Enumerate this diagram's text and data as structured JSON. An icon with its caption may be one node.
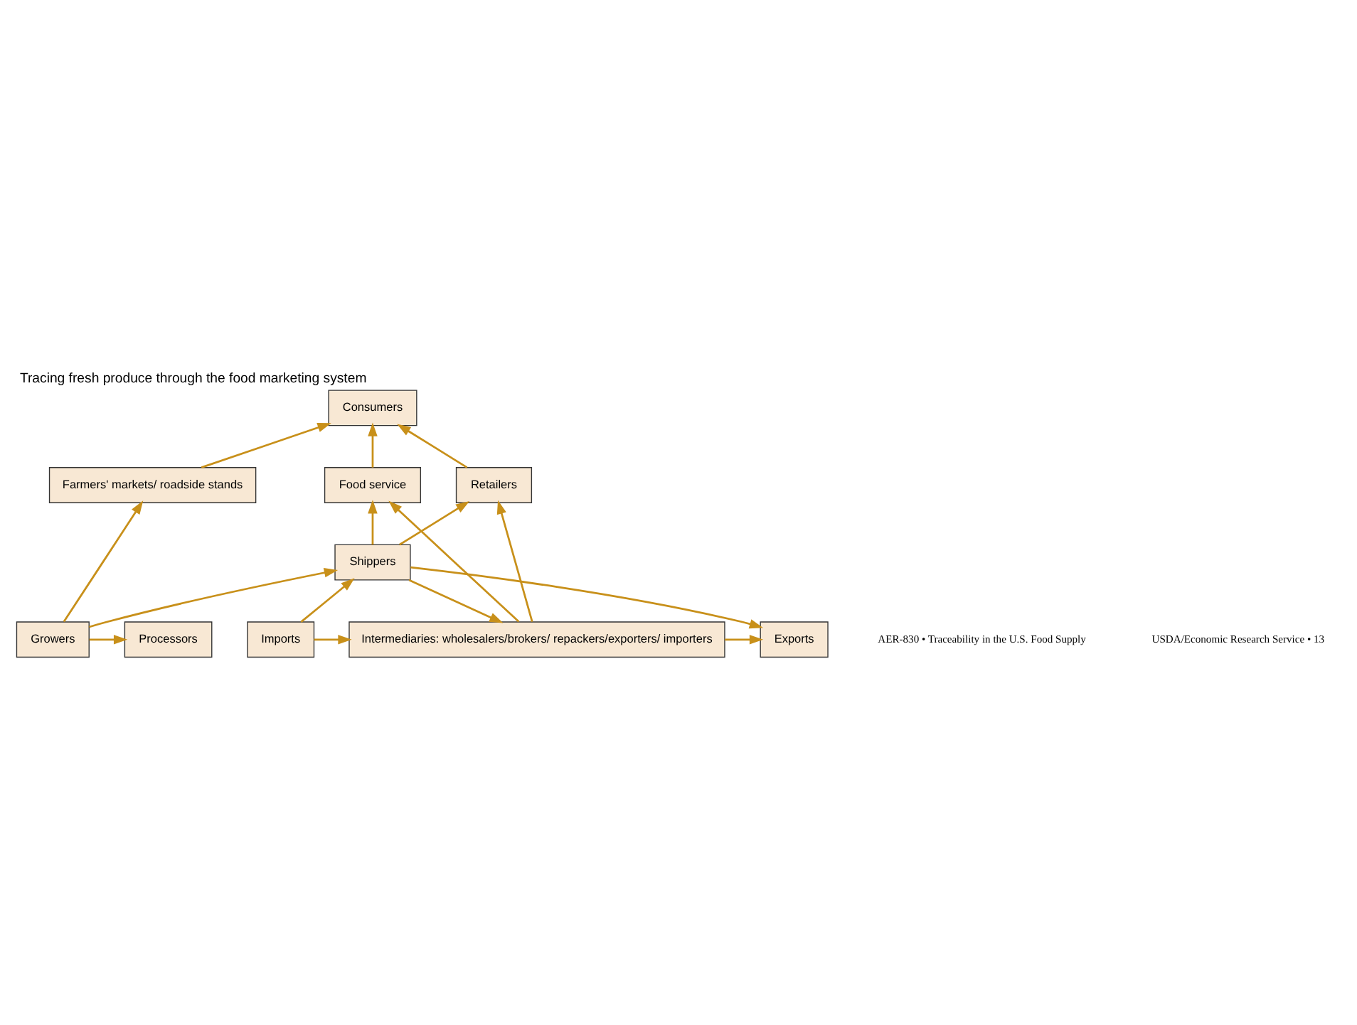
{
  "diagram": {
    "title": "Tracing fresh produce through the food marketing system",
    "nodes": [
      {
        "text": [
          "Farmers' markets/ roadside stands"
        ]
      },
      {
        "text": [
          "Consumers"
        ]
      },
      {
        "text": [
          "Food service"
        ]
      },
      {
        "text": [
          "Retailers"
        ]
      },
      {
        "text": [
          "Exports"
        ]
      },
      {
        "text": [
          "Intermediaries: wholesalers/brokers/ repackers/exporters/ importers"
        ]
      },
      {
        "text": [
          "Imports"
        ]
      },
      {
        "text": [
          "Shippers"
        ]
      },
      {
        "text": [
          "Growers"
        ]
      },
      {
        "text": [
          "Processors"
        ]
      }
    ],
    "edges": [
      {
        "from": 0,
        "to": 1,
        "arrow": "to"
      },
      {
        "from": 2,
        "to": 1,
        "arrow": "to"
      },
      {
        "from": 3,
        "to": 1,
        "arrow": "to"
      },
      {
        "from": 5,
        "to": 2,
        "arrow": "to"
      },
      {
        "from": 5,
        "to": 3,
        "arrow": "to"
      },
      {
        "from": 5,
        "to": 4,
        "arrow": "to"
      },
      {
        "from": 6,
        "to": 5,
        "arrow": "to"
      },
      {
        "from": 7,
        "to": 2,
        "arrow": "to"
      },
      {
        "from": 7,
        "to": 4,
        "arrow": "to"
      },
      {
        "from": 7,
        "to": 5,
        "arrow": "to"
      },
      {
        "from": 6,
        "to": 7,
        "arrow": "to"
      },
      {
        "from": 7,
        "to": 3,
        "arrow": "to"
      },
      {
        "from": 8,
        "to": 7,
        "arrow": "to"
      },
      {
        "from": 8,
        "to": 0,
        "arrow": "to"
      },
      {
        "from": 8,
        "to": 9,
        "arrow": "to"
      }
    ],
    "labels": [
      "AER-830 • Traceability in the U.S. Food Supply",
      "USDA/Economic Research Service • 13"
    ]
  }
}
